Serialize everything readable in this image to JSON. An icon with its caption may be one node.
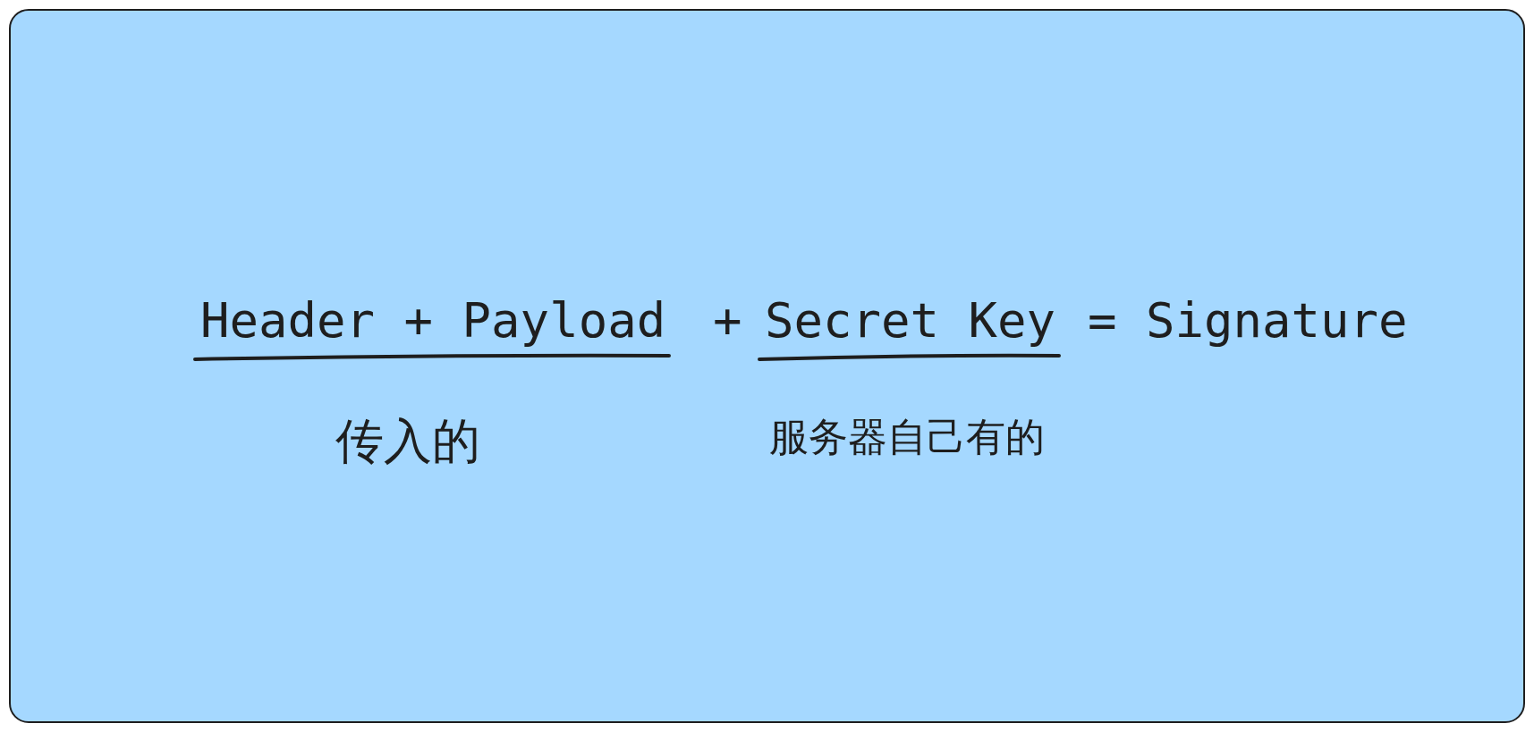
{
  "diagram": {
    "nodes": [
      {
        "text": [
          "Header + Payload",
          "+",
          "Secret Key",
          "= Signature",
          "传入的",
          "服务器自己有的"
        ]
      }
    ]
  }
}
